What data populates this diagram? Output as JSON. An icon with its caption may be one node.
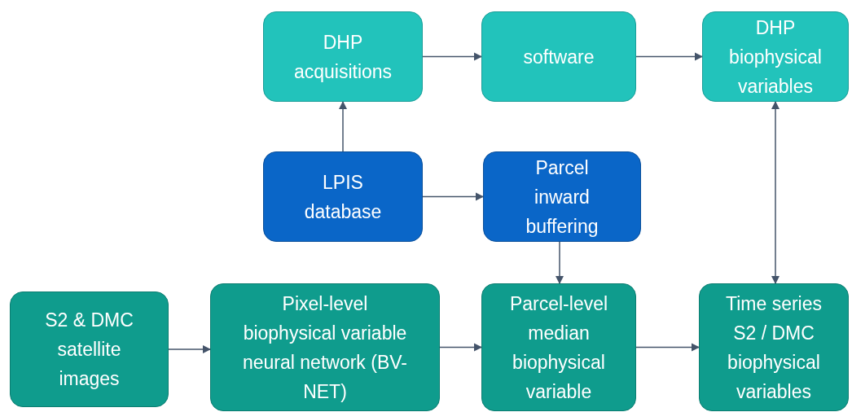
{
  "diagram": {
    "nodes": [
      {
        "text": [
          "DHP acquisitions"
        ]
      },
      {
        "text": [
          "software"
        ]
      },
      {
        "text": [
          "DHP biophysical variables"
        ]
      },
      {
        "text": [
          "LPIS database"
        ]
      },
      {
        "text": [
          "Parcel inward buffering"
        ]
      },
      {
        "text": [
          "S2 & DMC satellite images"
        ]
      },
      {
        "text": [
          "Pixel-level biophysical variable neural network (BV-NET)"
        ]
      },
      {
        "text": [
          "Parcel-level median biophysical variable"
        ]
      },
      {
        "text": [
          "Time series S2 / DMC biophysical variables"
        ]
      }
    ],
    "edges": [
      {
        "from": 0,
        "to": 1,
        "arrow": "to"
      },
      {
        "from": 1,
        "to": 2,
        "arrow": "to"
      },
      {
        "from": 3,
        "to": 0,
        "arrow": "to"
      },
      {
        "from": 3,
        "to": 4,
        "arrow": "to"
      },
      {
        "from": 4,
        "to": 7,
        "arrow": "to"
      },
      {
        "from": 5,
        "to": 6,
        "arrow": "to"
      },
      {
        "from": 6,
        "to": 7,
        "arrow": "to"
      },
      {
        "from": 7,
        "to": 8,
        "arrow": "to"
      },
      {
        "from": 2,
        "to": 8,
        "arrow": "both"
      }
    ]
  }
}
